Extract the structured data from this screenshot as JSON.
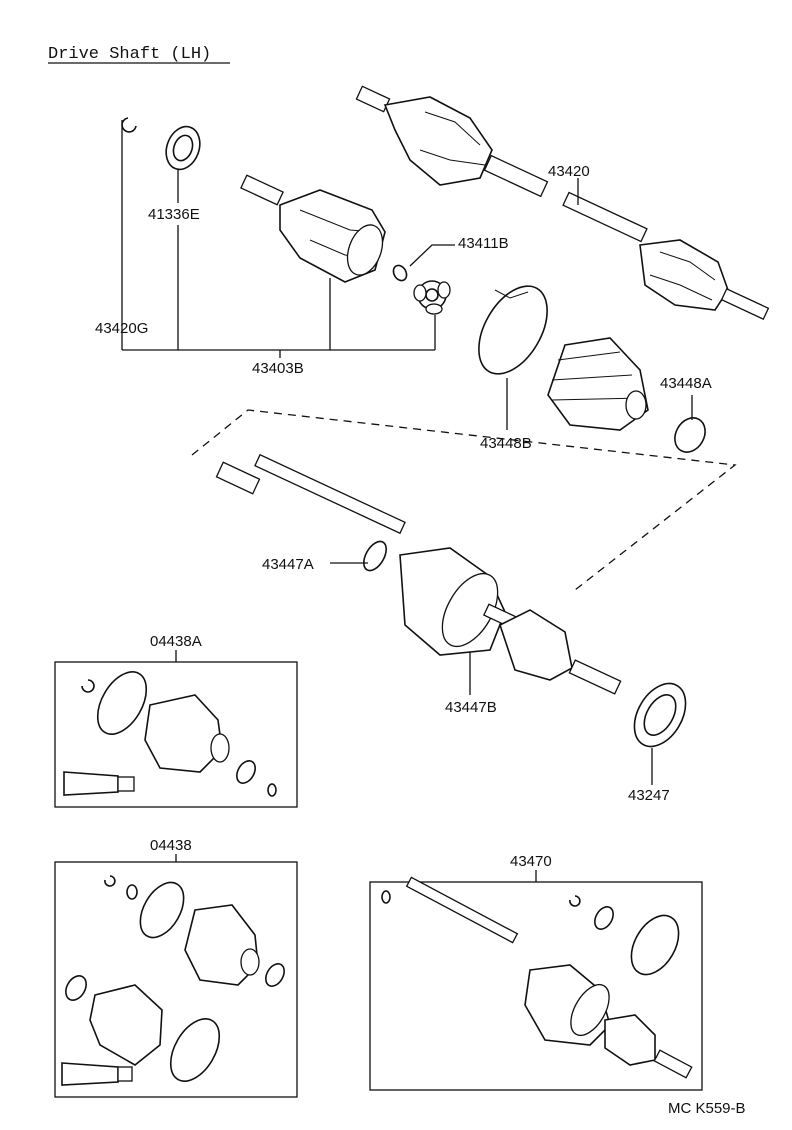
{
  "title": "Drive Shaft (LH)",
  "labels": {
    "p41336E": "41336E",
    "p43420G": "43420G",
    "p43403B": "43403B",
    "p43411B": "43411B",
    "p43420": "43420",
    "p43448B": "43448B",
    "p43448A": "43448A",
    "p43447A": "43447A",
    "p43447B": "43447B",
    "p43247": "43247",
    "p04438A": "04438A",
    "p04438": "04438",
    "p43470": "43470"
  },
  "code": "MC K559-B"
}
